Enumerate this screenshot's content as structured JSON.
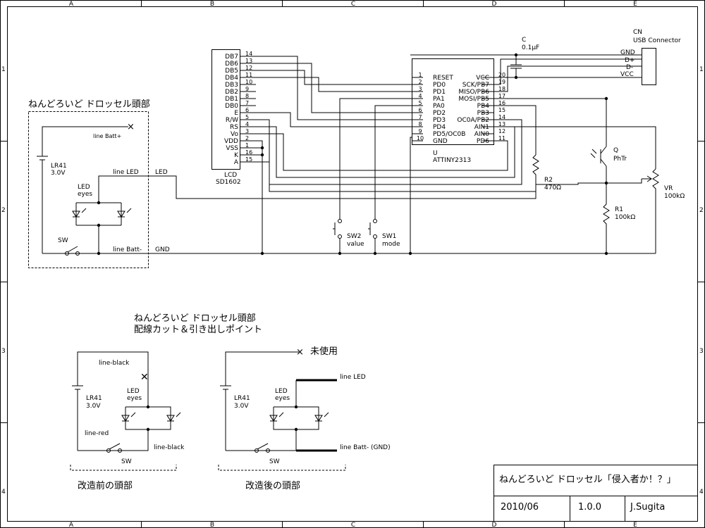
{
  "frame": {
    "columns": [
      "A",
      "B",
      "C",
      "D",
      "E"
    ],
    "rows": [
      "1",
      "2",
      "3",
      "4"
    ]
  },
  "title_block": {
    "title": "ねんどろいど ドロッセル「侵入者か！？」",
    "date": "2010/06",
    "version": "1.0.0",
    "author": "J.Sugita"
  },
  "lcd": {
    "ref": "LCD",
    "part": "SD1602",
    "pins": [
      {
        "name": "DB7",
        "num": "14"
      },
      {
        "name": "DB6",
        "num": "13"
      },
      {
        "name": "DB5",
        "num": "12"
      },
      {
        "name": "DB4",
        "num": "11"
      },
      {
        "name": "DB3",
        "num": "10"
      },
      {
        "name": "DB2",
        "num": "9"
      },
      {
        "name": "DB1",
        "num": "8"
      },
      {
        "name": "DB0",
        "num": "7"
      },
      {
        "name": "E",
        "num": "6"
      },
      {
        "name": "R/W",
        "num": "5"
      },
      {
        "name": "RS",
        "num": "4"
      },
      {
        "name": "Vo",
        "num": "3"
      },
      {
        "name": "VDD",
        "num": "2"
      },
      {
        "name": "VSS",
        "num": "1"
      },
      {
        "name": "K",
        "num": "16"
      },
      {
        "name": "A",
        "num": "15"
      }
    ]
  },
  "mcu": {
    "ref": "U",
    "part": "ATTINY2313",
    "left_pins": [
      {
        "num": "1",
        "name": "RESET"
      },
      {
        "num": "2",
        "name": "PD0"
      },
      {
        "num": "3",
        "name": "PD1"
      },
      {
        "num": "4",
        "name": "PA1"
      },
      {
        "num": "5",
        "name": "PA0"
      },
      {
        "num": "6",
        "name": "PD2"
      },
      {
        "num": "7",
        "name": "PD3"
      },
      {
        "num": "8",
        "name": "PD4"
      },
      {
        "num": "9",
        "name": "PD5/OC0B"
      },
      {
        "num": "10",
        "name": "GND"
      }
    ],
    "right_pins": [
      {
        "num": "20",
        "name": "VCC"
      },
      {
        "num": "19",
        "name": "SCK/PB7"
      },
      {
        "num": "18",
        "name": "MISO/PB6"
      },
      {
        "num": "17",
        "name": "MOSI/PB5"
      },
      {
        "num": "16",
        "name": "PB4"
      },
      {
        "num": "15",
        "name": "PB3"
      },
      {
        "num": "14",
        "name": "OC0A/PB2"
      },
      {
        "num": "13",
        "name": "AIN1"
      },
      {
        "num": "12",
        "name": "AIN0"
      },
      {
        "num": "11",
        "name": "PD6"
      }
    ]
  },
  "cap": {
    "ref": "C",
    "value": "0.1μF"
  },
  "connector": {
    "ref": "CN",
    "part": "USB Connector",
    "pins": [
      "GND",
      "D+",
      "D-",
      "VCC"
    ]
  },
  "r2": {
    "ref": "R2",
    "value": "470Ω"
  },
  "r1": {
    "ref": "R1",
    "value": "100kΩ"
  },
  "vr": {
    "ref": "VR",
    "value": "100kΩ"
  },
  "phtr": {
    "ref": "Q",
    "name": "PhTr"
  },
  "sw2": {
    "ref": "SW2",
    "name": "value"
  },
  "sw1": {
    "ref": "SW1",
    "name": "mode"
  },
  "head": {
    "title": "ねんどろいど ドロッセル頭部",
    "batt_plus": "line Batt+",
    "batt_minus": "line Batt-",
    "line_led": "line LED",
    "led_net": "LED",
    "gnd_net": "GND",
    "battery_ref": "LR41",
    "battery_v": "3.0V",
    "led_label_1": "LED",
    "led_label_2": "eyes",
    "sw": "SW"
  },
  "mod": {
    "title_1": "ねんどろいど ドロッセル頭部",
    "title_2": "配線カット＆引き出しポイント",
    "line_black": "line-black",
    "line_red": "line-red",
    "line_black_2": "line-black",
    "battery_ref": "LR41",
    "battery_v": "3.0V",
    "led_label_1": "LED",
    "led_label_2": "eyes",
    "sw": "SW",
    "before_caption": "改造前の頭部",
    "unused": "未使用",
    "line_led": "line LED",
    "line_batt_gnd": "line Batt- (GND)",
    "battery_ref_b": "LR41",
    "battery_v_b": "3.0V",
    "led_label_1b": "LED",
    "led_label_2b": "eyes",
    "sw_b": "SW",
    "after_caption": "改造後の頭部"
  }
}
